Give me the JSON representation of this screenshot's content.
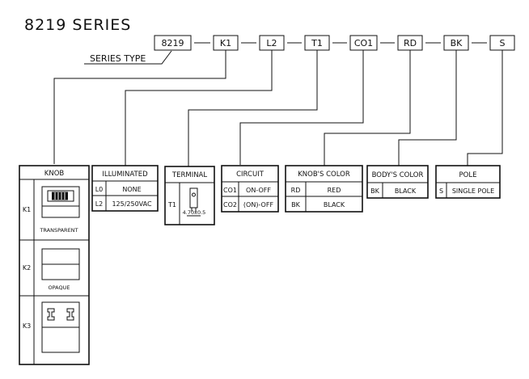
{
  "title": "8219 SERIES",
  "series_type_label": "SERIES TYPE",
  "code_boxes": [
    "8219",
    "K1",
    "L2",
    "T1",
    "CO1",
    "RD",
    "BK",
    "S"
  ],
  "knob": {
    "header": "KNOB",
    "rows": [
      {
        "code": "K1",
        "label": "TRANSPARENT"
      },
      {
        "code": "K2",
        "label": "OPAQUE"
      },
      {
        "code": "K3",
        "label": ""
      }
    ]
  },
  "illuminated": {
    "header": "ILLUMINATED",
    "rows": [
      {
        "code": "L0",
        "value": "NONE"
      },
      {
        "code": "L2",
        "value": "125/250VAC"
      }
    ]
  },
  "terminal": {
    "header": "TERMINAL",
    "code": "T1",
    "dimension": "4.70x0.5"
  },
  "circuit": {
    "header": "CIRCUIT",
    "rows": [
      {
        "code": "CO1",
        "value": "ON-OFF"
      },
      {
        "code": "CO2",
        "value": "(ON)-OFF"
      }
    ]
  },
  "knob_color": {
    "header": "KNOB'S COLOR",
    "rows": [
      {
        "code": "RD",
        "value": "RED"
      },
      {
        "code": "BK",
        "value": "BLACK"
      }
    ]
  },
  "body_color": {
    "header": "BODY'S COLOR",
    "rows": [
      {
        "code": "BK",
        "value": "BLACK"
      }
    ]
  },
  "pole": {
    "header": "POLE",
    "rows": [
      {
        "code": "S",
        "value": "SINGLE POLE"
      }
    ]
  }
}
